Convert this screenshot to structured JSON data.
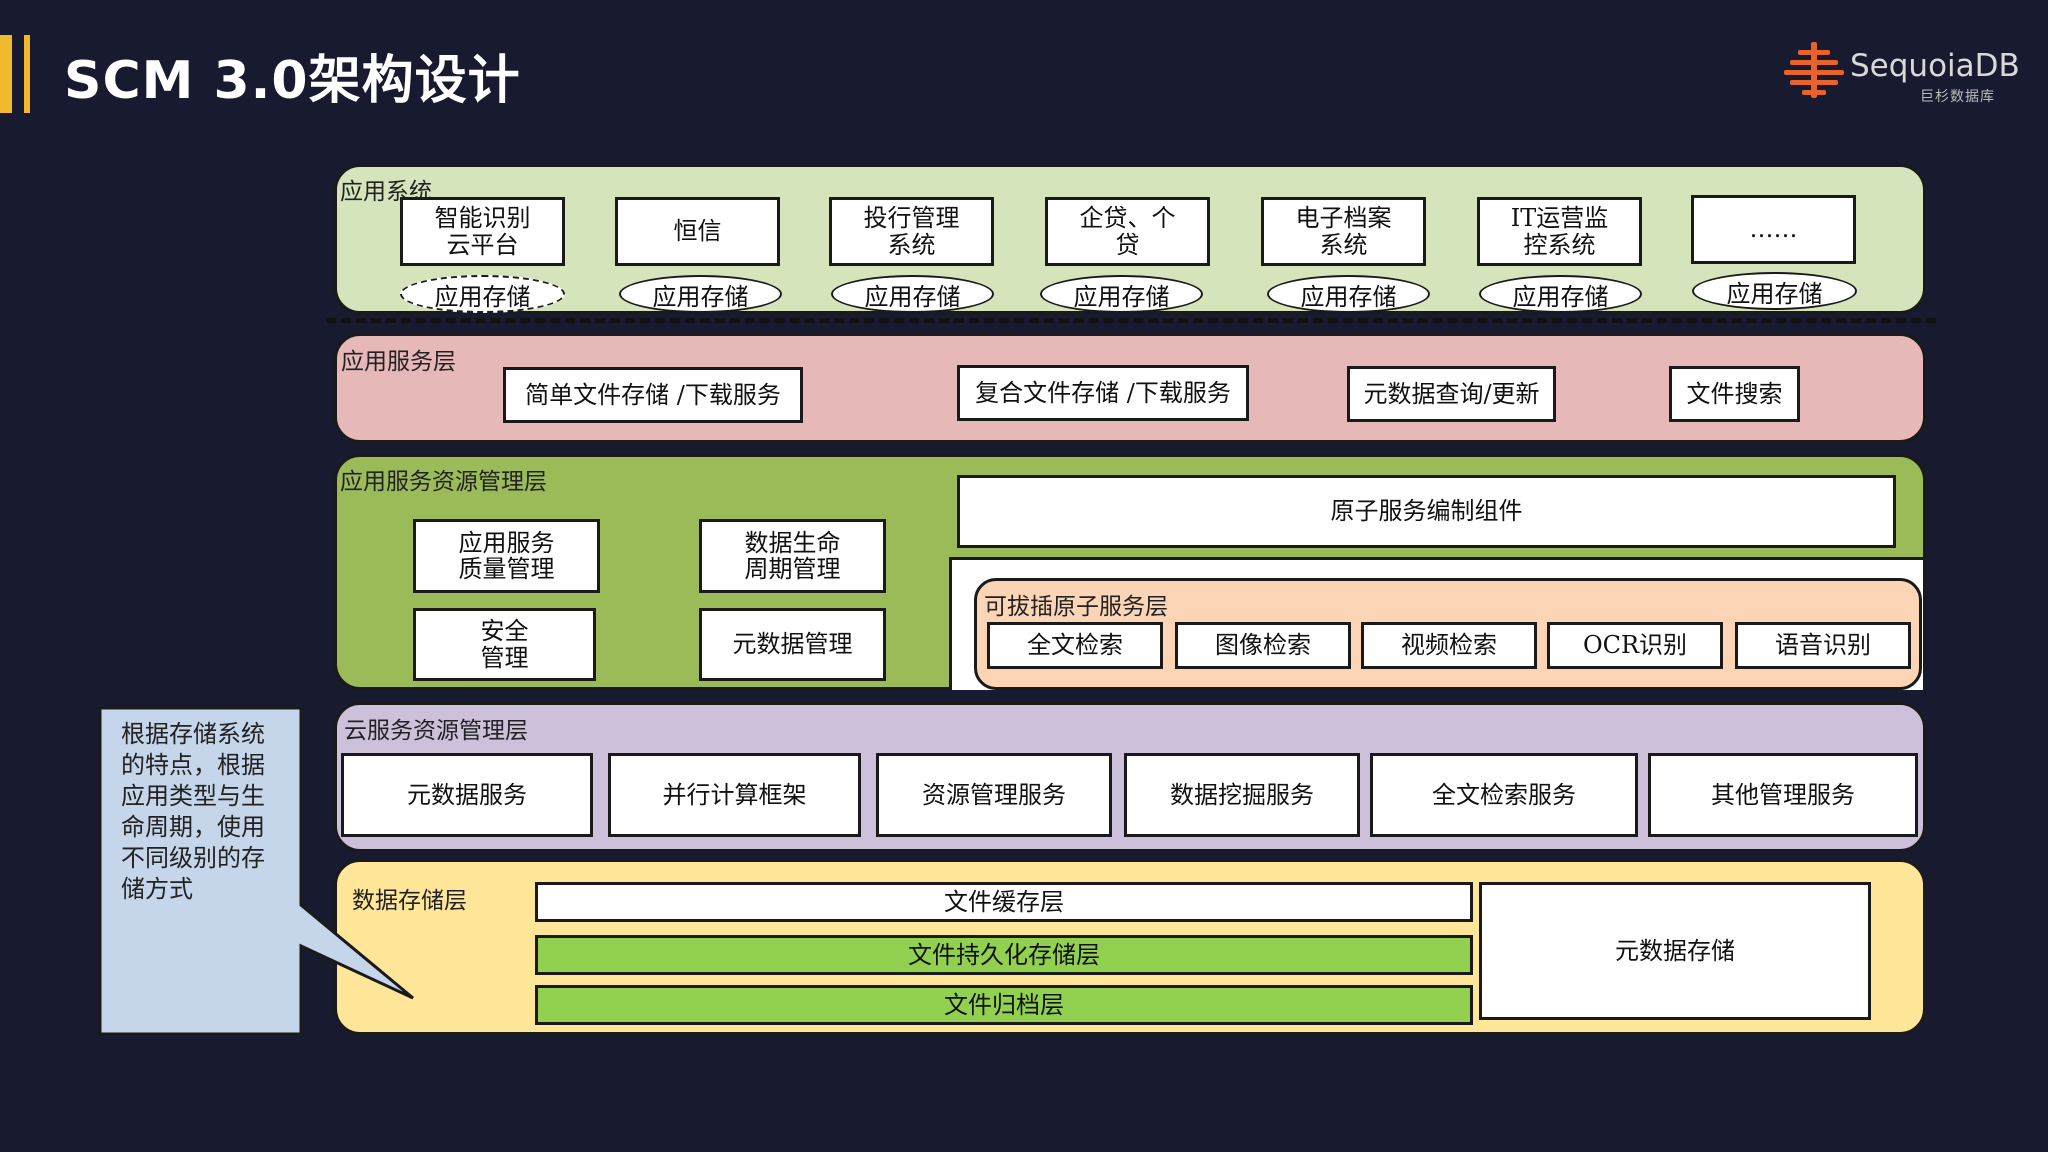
{
  "header": {
    "title": "SCM 3.0架构设计"
  },
  "logo": {
    "name": "SequoiaDB",
    "sub": "巨杉数据库",
    "brand_color": "#e8622c"
  },
  "colors": {
    "background": "#181b30",
    "accent": "#f2b92c",
    "app_layer": "#d6e4bc",
    "service_layer": "#e6b8b7",
    "resource_layer": "#9bbb59",
    "pluggable_layer": "#fbd5b5",
    "cloud_layer": "#ccc0da",
    "storage_layer": "#ffe699",
    "callout": "#c5d5ea",
    "green_box": "#92d050"
  },
  "app_layer": {
    "label": "应用系统",
    "systems": [
      {
        "name": "智能识别\n云平台",
        "storage": "应用存储"
      },
      {
        "name": "恒信",
        "storage": "应用存储"
      },
      {
        "name": "投行管理\n系统",
        "storage": "应用存储"
      },
      {
        "name": "企贷、个\n贷",
        "storage": "应用存储"
      },
      {
        "name": "电子档案\n系统",
        "storage": "应用存储"
      },
      {
        "name": "IT运营监\n控系统",
        "storage": "应用存储"
      },
      {
        "name": "……",
        "storage": "应用存储"
      }
    ]
  },
  "service_layer": {
    "label": "应用服务层",
    "items": [
      "简单文件存储 /下载服务",
      "复合文件存储 /下载服务",
      "元数据查询/更新",
      "文件搜索"
    ]
  },
  "resource_layer": {
    "label": "应用服务资源管理层",
    "items": [
      "应用服务\n质量管理",
      "数据生命\n周期管理",
      "安全\n管理",
      "元数据管理"
    ],
    "orchestration": "原子服务编制组件",
    "pluggable": {
      "label": "可拔插原子服务层",
      "items": [
        "全文检索",
        "图像检索",
        "视频检索",
        "OCR识别",
        "语音识别"
      ]
    }
  },
  "cloud_layer": {
    "label": "云服务资源管理层",
    "items": [
      "元数据服务",
      "并行计算框架",
      "资源管理服务",
      "数据挖掘服务",
      "全文检索服务",
      "其他管理服务"
    ]
  },
  "storage_layer": {
    "label": "数据存储层",
    "cache": "文件缓存层",
    "persistent": "文件持久化存储层",
    "archive": "文件归档层",
    "metadata": "元数据存储"
  },
  "callout": {
    "text": "根据存储系统\n的特点，根据\n应用类型与生\n命周期，使用\n不同级别的存\n储方式"
  }
}
